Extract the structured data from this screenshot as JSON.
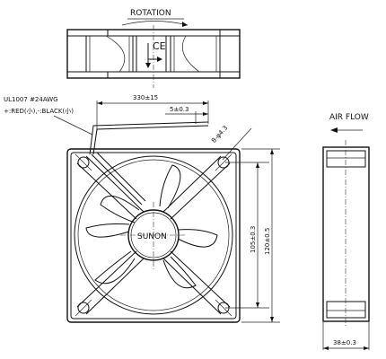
{
  "labels": {
    "rotation": "ROTATION",
    "air_flow": "AIR FLOW",
    "wire_spec_line1": "UL1007 #24AWG",
    "wire_spec_line2": "+:RED(小),-:BLACK(小)",
    "brand": "SUNON",
    "ce_mark": "CE"
  },
  "dimensions": {
    "lead_length": "330±15",
    "strip_length": "5±0.3",
    "hole_dia": "8-φ4.3",
    "hole_pitch": "105±0.3",
    "frame_size": "120±0.5",
    "depth": "38±0.3"
  }
}
